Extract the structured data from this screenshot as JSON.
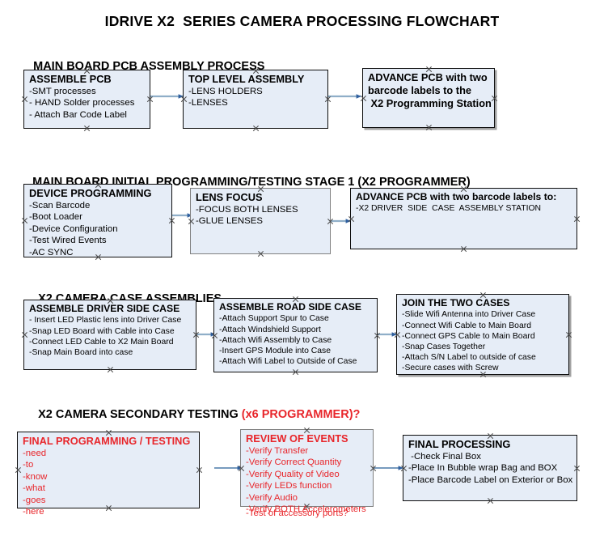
{
  "document": {
    "title": "IDRIVE X2  SERIES CAMERA PROCESSING FLOWCHART"
  },
  "colors": {
    "box_fill": "#e6edf7",
    "box_border_dark": "#0d0d0d",
    "box_border_gray": "#808080",
    "text": "#000000",
    "accent_red": "#e8262b",
    "arrow_line": "#8faec8",
    "arrow_head": "#2f5f9e"
  },
  "sections": [
    {
      "heading": "MAIN BOARD PCB ASSEMBLY PROCESS",
      "heading_accent": "",
      "nodes": [
        {
          "name": "assemble-pcb",
          "title": "ASSEMBLE PCB",
          "lines": [
            "-SMT processes",
            "- HAND Solder processes",
            "- Attach Bar Code Label"
          ],
          "overflow_lines": []
        },
        {
          "name": "top-level-assembly",
          "title": "TOP LEVEL ASSEMBLY",
          "lines": [
            "-LENS HOLDERS",
            "-LENSES"
          ],
          "overflow_lines": []
        },
        {
          "name": "advance-pcb-programming-station",
          "title": "ADVANCE PCB with two",
          "lines": [
            "barcode labels to the",
            " X2 Programming Station"
          ],
          "overflow_lines": []
        }
      ]
    },
    {
      "heading": "MAIN BOARD INITIAL PROGRAMMING/TESTING STAGE 1 (X2 PROGRAMMER)",
      "heading_accent": "",
      "nodes": [
        {
          "name": "device-programming",
          "title": "DEVICE PROGRAMMING",
          "lines": [
            "-Scan Barcode",
            "-Boot Loader",
            "-Device Configuration",
            "-Test Wired Events",
            "-AC SYNC"
          ],
          "overflow_lines": []
        },
        {
          "name": "lens-focus",
          "title": "LENS FOCUS",
          "lines": [
            "-FOCUS BOTH LENSES",
            "-GLUE LENSES"
          ],
          "overflow_lines": []
        },
        {
          "name": "advance-pcb-case-assembly-station",
          "title": "ADVANCE PCB with two barcode labels to:",
          "lines": [
            "-X2 DRIVER  SIDE  CASE  ASSEMBLY STATION"
          ],
          "overflow_lines": []
        }
      ]
    },
    {
      "heading": "X2 CAMERA CASE ASSEMBLIES",
      "heading_accent": "",
      "nodes": [
        {
          "name": "assemble-driver-side-case",
          "title": "ASSEMBLE DRIVER SIDE CASE",
          "lines": [
            "- Insert LED Plastic lens into Driver Case",
            "-Snap LED Board with Cable into Case",
            "-Connect LED Cable to X2 Main Board",
            "-Snap Main Board into case"
          ],
          "overflow_lines": []
        },
        {
          "name": "assemble-road-side-case",
          "title": "ASSEMBLE ROAD SIDE CASE",
          "lines": [
            "-Attach Support Spur to Case",
            "-Attach Windshield Support",
            "-Attach Wifi Assembly to Case",
            "-Insert GPS Module into Case",
            "-Attach Wifi Label to Outside of Case"
          ],
          "overflow_lines": []
        },
        {
          "name": "join-the-two-cases",
          "title": "JOIN THE TWO CASES",
          "lines": [
            "-Slide Wifi Antenna into Driver Case",
            "-Connect Wifi Cable to Main Board",
            "-Connect GPS Cable to Main Board",
            "-Snap Cases Together",
            "-Attach S/N Label to outside of case",
            "-Secure cases with Screw"
          ],
          "overflow_lines": []
        }
      ]
    },
    {
      "heading": "X2 CAMERA SECONDARY TESTING ",
      "heading_accent": "(x6 PROGRAMMER)?",
      "nodes": [
        {
          "name": "final-programming-testing",
          "title": "FINAL PROGRAMMING / TESTING",
          "lines": [
            "-need",
            "-to",
            "-know",
            "-what",
            "-goes",
            "-here"
          ],
          "overflow_lines": []
        },
        {
          "name": "review-of-events",
          "title": "REVIEW OF EVENTS",
          "lines": [
            "-Verify Transfer",
            "-Verify Correct Quantity",
            "-Verify Quality of Video",
            "-Verify LEDs function",
            "-Verify Audio",
            "-Verify BOTH Accelerometers"
          ],
          "overflow_lines": [
            "-Test of accessory ports?"
          ]
        },
        {
          "name": "final-processing",
          "title": "FINAL PROCESSING",
          "lines": [
            " -Check Final Box",
            "-Place In Bubble wrap Bag and BOX",
            "-Place Barcode Label on Exterior or Box"
          ],
          "overflow_lines": []
        }
      ]
    }
  ]
}
